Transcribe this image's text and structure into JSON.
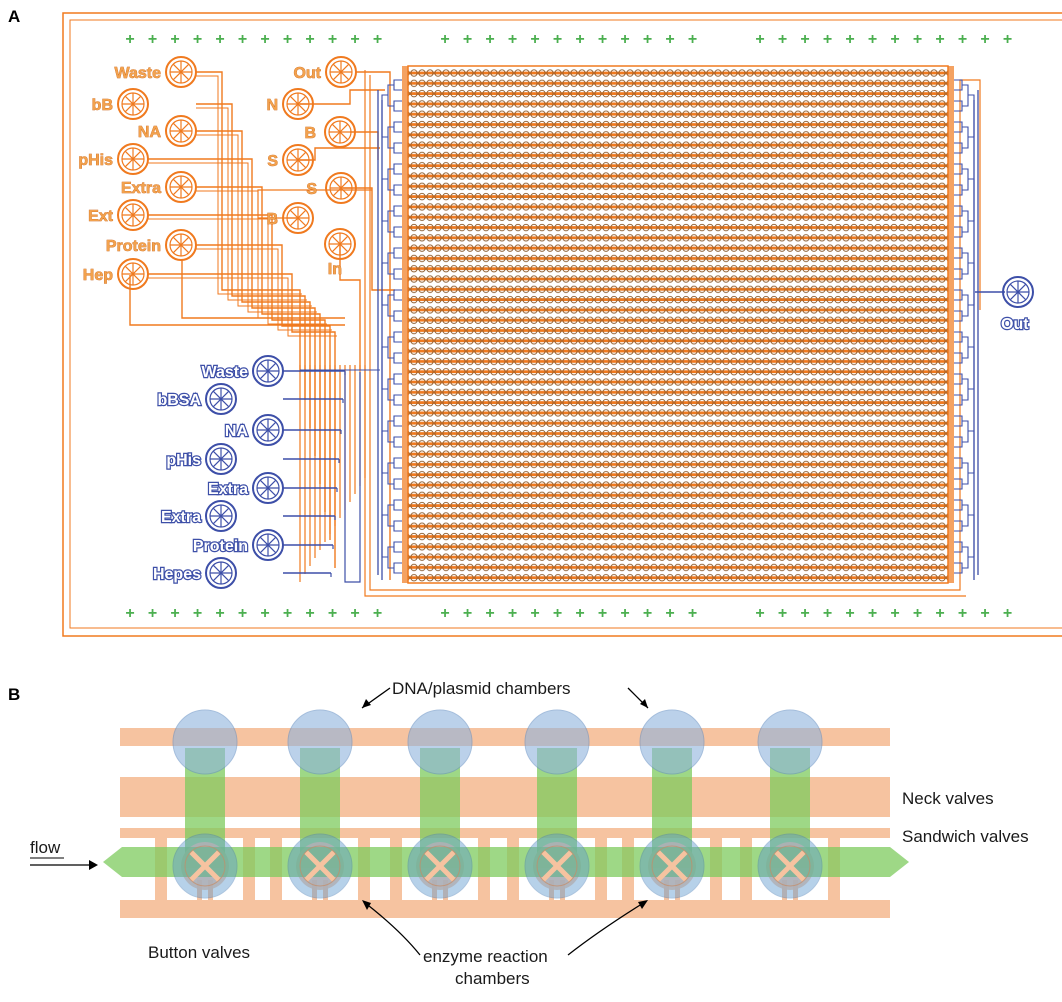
{
  "panels": {
    "a": "A",
    "b": "B"
  },
  "panelA": {
    "control_ports": [
      "Waste",
      "bB",
      "NA",
      "pHis",
      "Extra",
      "Ext",
      "Protein",
      "Hep"
    ],
    "control_ports_mid": [
      "Out",
      "N",
      "B",
      "S",
      "S",
      "B",
      "In"
    ],
    "flow_ports": [
      "Waste",
      "bBSA",
      "NA",
      "pHis",
      "Extra",
      "Extra",
      "Protein",
      "Hepes"
    ],
    "outlet": "Out"
  },
  "panelB": {
    "dna_chambers": "DNA/plasmid chambers",
    "neck_valves": "Neck valves",
    "sandwich_valves": "Sandwich valves",
    "flow": "flow",
    "button_valves": "Button valves",
    "enzyme_line1": "enzyme reaction",
    "enzyme_line2": "chambers"
  },
  "colors": {
    "control_layer": "#f07a1f",
    "flow_layer": "#3d4fa8",
    "alignment_marker": "#4caf50",
    "valve_fill": "#f6c3a0",
    "chamber_fill": "#8fb3dd",
    "channel_fill": "#7ecb5e"
  }
}
